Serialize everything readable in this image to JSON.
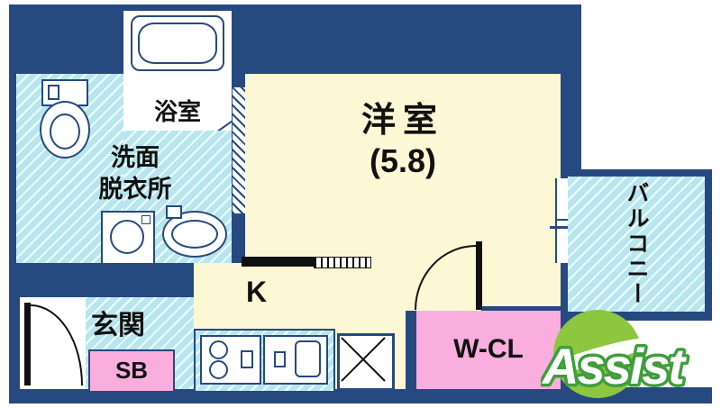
{
  "floorplan": {
    "bath": {
      "label": "浴室"
    },
    "washroom": {
      "line1": "洗面",
      "line2": "脱衣所"
    },
    "western_room": {
      "label": "洋室",
      "size": "(5.8)"
    },
    "kitchen": {
      "label": "K"
    },
    "entrance": {
      "label": "玄関"
    },
    "shoe_box": {
      "label": "SB"
    },
    "walk_in_closet": {
      "label": "W-CL"
    },
    "balcony": {
      "label": "バルコニー"
    }
  },
  "watermark": {
    "brand": "Assist"
  },
  "colors": {
    "wall_navy": "#26497f",
    "room_cream": "#fcf8d6",
    "wet_area_cyan": "#b8e6ef",
    "accent_pink": "#f9aede",
    "brand_green_fill": "#8dc63f",
    "brand_green_outline": "#3f9e3c"
  }
}
